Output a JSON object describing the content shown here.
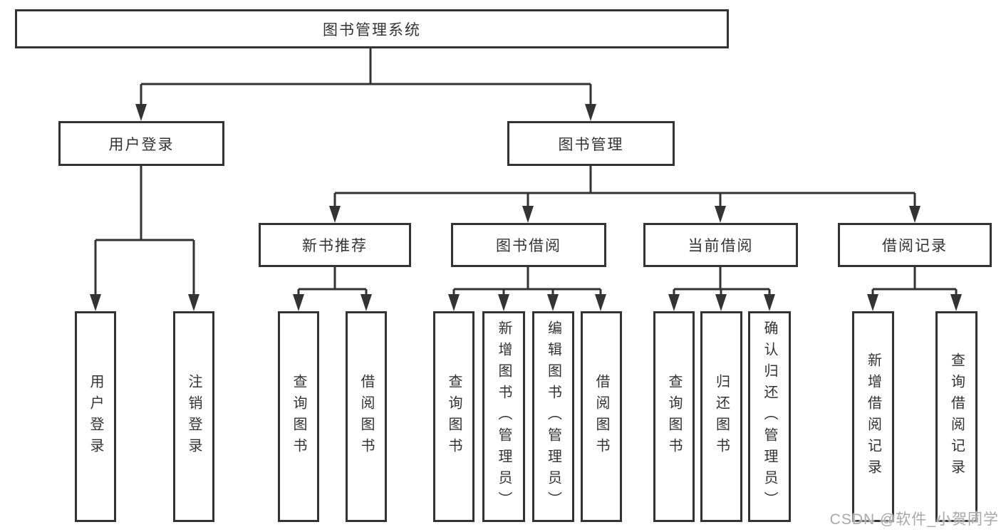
{
  "diagram": {
    "type": "hierarchy-diagram",
    "title": "图书管理系统",
    "colors": {
      "line": "#333333",
      "box_border": "#333333",
      "text": "#333333",
      "background": "#ffffff",
      "watermark": "#a8a8a8"
    },
    "nodes": {
      "root": {
        "label": "图书管理系统"
      },
      "user_login": {
        "label": "用户登录"
      },
      "book_mgmt": {
        "label": "图书管理"
      },
      "new_book_rec": {
        "label": "新书推荐"
      },
      "book_borrow": {
        "label": "图书借阅"
      },
      "current_borrow": {
        "label": "当前借阅"
      },
      "borrow_record": {
        "label": "借阅记录"
      },
      "leaf_user_login": {
        "label": "用户登录"
      },
      "leaf_logout": {
        "label": "注销登录"
      },
      "leaf_query_book_rec": {
        "label": "查询图书"
      },
      "leaf_borrow_book_rec": {
        "label": "借阅图书"
      },
      "leaf_query_book_borrow": {
        "label": "查询图书"
      },
      "leaf_add_book": {
        "label": "新增图书（管理员）"
      },
      "leaf_edit_book": {
        "label": "编辑图书（管理员）"
      },
      "leaf_borrow_book": {
        "label": "借阅图书"
      },
      "leaf_query_book_current": {
        "label": "查询图书"
      },
      "leaf_return_book": {
        "label": "归还图书"
      },
      "leaf_confirm_return": {
        "label": "确认归还（管理员）"
      },
      "leaf_add_record": {
        "label": "新增借阅记录"
      },
      "leaf_query_record": {
        "label": "查询借阅记录"
      }
    },
    "edges": [
      [
        "root",
        "user_login"
      ],
      [
        "root",
        "book_mgmt"
      ],
      [
        "user_login",
        "leaf_user_login"
      ],
      [
        "user_login",
        "leaf_logout"
      ],
      [
        "book_mgmt",
        "new_book_rec"
      ],
      [
        "book_mgmt",
        "book_borrow"
      ],
      [
        "book_mgmt",
        "current_borrow"
      ],
      [
        "book_mgmt",
        "borrow_record"
      ],
      [
        "new_book_rec",
        "leaf_query_book_rec"
      ],
      [
        "new_book_rec",
        "leaf_borrow_book_rec"
      ],
      [
        "book_borrow",
        "leaf_query_book_borrow"
      ],
      [
        "book_borrow",
        "leaf_add_book"
      ],
      [
        "book_borrow",
        "leaf_edit_book"
      ],
      [
        "book_borrow",
        "leaf_borrow_book"
      ],
      [
        "current_borrow",
        "leaf_query_book_current"
      ],
      [
        "current_borrow",
        "leaf_return_book"
      ],
      [
        "current_borrow",
        "leaf_confirm_return"
      ],
      [
        "borrow_record",
        "leaf_add_record"
      ],
      [
        "borrow_record",
        "leaf_query_record"
      ]
    ]
  },
  "watermark": {
    "text": "CSDN @软件_小贺同学"
  }
}
